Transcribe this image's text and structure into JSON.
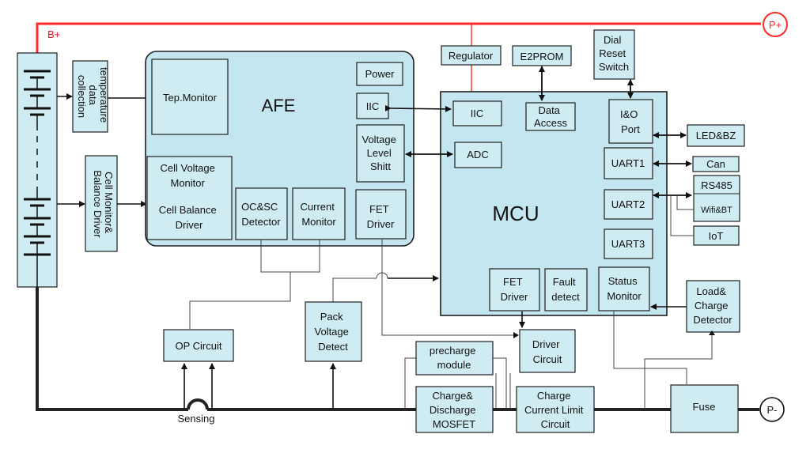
{
  "rails": {
    "bplus": "B+",
    "pplus": "P+",
    "pminus": "P-",
    "sensing": "Sensing"
  },
  "left": {
    "temp_collection": [
      "temperature",
      "data",
      "collection"
    ],
    "cell_monitor_balance": [
      "Cell Monitor&",
      "Balance Driver"
    ]
  },
  "afe": {
    "title": "AFE",
    "tep_monitor": "Tep.Monitor",
    "power": "Power",
    "iic": "IIC",
    "voltage_level_shift": [
      "Voltage",
      "Level",
      "Shitt"
    ],
    "cell_voltage_monitor": [
      "Cell Voltage",
      "Monitor"
    ],
    "cell_balance_driver": [
      "Cell Balance",
      "Driver"
    ],
    "ocsc_detector": [
      "OC&SC",
      "Detector"
    ],
    "current_monitor": [
      "Current",
      "Monitor"
    ],
    "fet_driver": [
      "FET",
      "Driver"
    ]
  },
  "top": {
    "regulator": "Regulator",
    "e2prom": "E2PROM",
    "dial_reset_switch": [
      "Dial",
      "Reset",
      "Switch"
    ]
  },
  "mcu": {
    "title": "MCU",
    "iic": "IIC",
    "adc": "ADC",
    "data_access": [
      "Data",
      "Access"
    ],
    "io_port": [
      "I&O",
      "Port"
    ],
    "uart1": "UART1",
    "uart2": "UART2",
    "uart3": "UART3",
    "fet_driver": [
      "FET",
      "Driver"
    ],
    "fault_detect": [
      "Fault",
      "detect"
    ],
    "status_monitor": [
      "Status",
      "Monitor"
    ]
  },
  "right": {
    "led_bz": "LED&BZ",
    "can": "Can",
    "rs485": "RS485",
    "wifi_bt": "Wifi&BT",
    "iot": "IoT",
    "load_charge_detector": [
      "Load&",
      "Charge",
      "Detector"
    ]
  },
  "bottom": {
    "op_circuit": "OP Circuit",
    "pack_voltage_detect": [
      "Pack",
      "Voltage",
      "Detect"
    ],
    "precharge_module": [
      "precharge",
      "module"
    ],
    "driver_circuit": [
      "Driver",
      "Circuit"
    ],
    "charge_discharge_mosfet": [
      "Charge&",
      "Discharge",
      "MOSFET"
    ],
    "charge_current_limit": [
      "Charge",
      "Current Limit",
      "Circuit"
    ],
    "fuse": "Fuse"
  }
}
